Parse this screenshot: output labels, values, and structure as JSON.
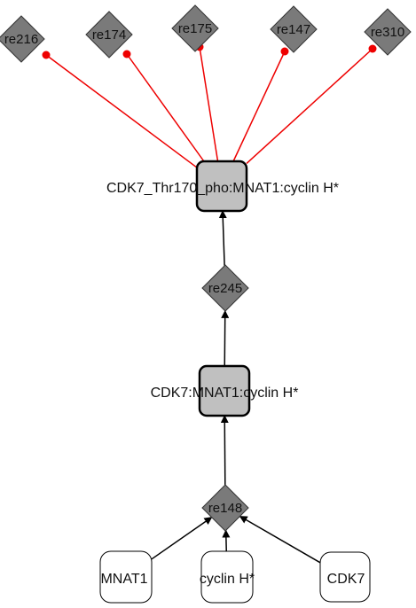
{
  "colors": {
    "reaction_fill": "#7a7a7a",
    "complex_fill": "#c0c0c0",
    "species_fill": "#ffffff",
    "inhibition_edge": "#ee0000",
    "production_edge": "#000000"
  },
  "reactions": [
    {
      "id": "re216",
      "label": "re216"
    },
    {
      "id": "re174",
      "label": "re174"
    },
    {
      "id": "re175",
      "label": "re175"
    },
    {
      "id": "re147",
      "label": "re147"
    },
    {
      "id": "re310",
      "label": "re310"
    },
    {
      "id": "re245",
      "label": "re245"
    },
    {
      "id": "re148",
      "label": "re148"
    }
  ],
  "species": [
    {
      "id": "phospho_complex",
      "label": "CDK7_Thr170_pho:MNAT1:cyclin H*",
      "kind": "complex"
    },
    {
      "id": "complex",
      "label": "CDK7:MNAT1:cyclin H*",
      "kind": "complex"
    },
    {
      "id": "mnat1",
      "label": "MNAT1",
      "kind": "protein"
    },
    {
      "id": "cyclinh",
      "label": "cyclin H*",
      "kind": "protein"
    },
    {
      "id": "cdk7",
      "label": "CDK7",
      "kind": "protein"
    }
  ],
  "edges": [
    {
      "from": "phospho_complex",
      "to": "re216",
      "type": "inhibition"
    },
    {
      "from": "phospho_complex",
      "to": "re174",
      "type": "inhibition"
    },
    {
      "from": "phospho_complex",
      "to": "re175",
      "type": "inhibition"
    },
    {
      "from": "phospho_complex",
      "to": "re147",
      "type": "inhibition"
    },
    {
      "from": "phospho_complex",
      "to": "re310",
      "type": "inhibition"
    },
    {
      "from": "re245",
      "to": "phospho_complex",
      "type": "production"
    },
    {
      "from": "complex",
      "to": "re245",
      "type": "production"
    },
    {
      "from": "re148",
      "to": "complex",
      "type": "production"
    },
    {
      "from": "mnat1",
      "to": "re148",
      "type": "production"
    },
    {
      "from": "cyclinh",
      "to": "re148",
      "type": "production"
    },
    {
      "from": "cdk7",
      "to": "re148",
      "type": "production"
    }
  ]
}
